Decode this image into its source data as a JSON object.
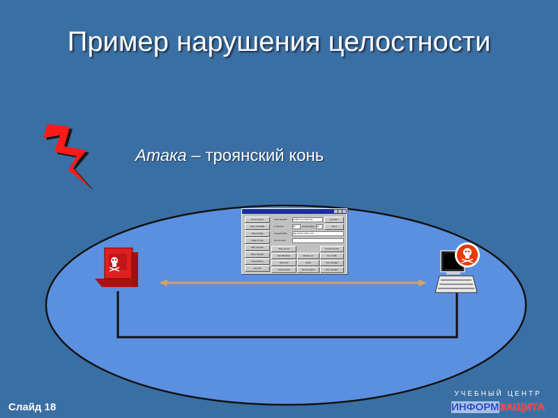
{
  "title": "Пример нарушения целостности",
  "subtitle": {
    "attack": "Атака",
    "rest": " – троянский конь"
  },
  "slide_number": "Слайд 18",
  "brand": {
    "top": "УЧЕБНЫЙ ЦЕНТР",
    "part1": "ИНФОРМ",
    "part2": "ЗАЩИТА"
  },
  "colors": {
    "background": "#3a6fa3",
    "ellipse": "#5b8fe0",
    "arrow": "#d8a060",
    "attacker": "#e02020"
  },
  "icons": {
    "lightning": "lightning-icon",
    "attacker": "skull-computer-icon",
    "victim": "infected-computer-icon"
  },
  "trojan_window": {
    "col1": [
      "Server admin",
      "Open CD-ROM",
      "Show image",
      "Swap mouse",
      "Start program",
      "Msg manager",
      "Screendump",
      "Get info"
    ],
    "row5": [
      "Play sound",
      "Control mouse"
    ],
    "row6": [
      "Exit Windows",
      "Mouse pos",
      "Go to URL"
    ],
    "row7": [
      "Send text",
      "Listen",
      "Key manager"
    ],
    "row8": [
      "Active sends",
      "Sound system",
      "File manager"
    ],
    "labels": [
      "Host name/IP:",
      "in interval:",
      "Cancel delay:",
      "Program/URL:",
      "Text to send:"
    ],
    "host_value": "localhost.localdomain",
    "url_value": "http://www.netbus.com",
    "buttons_right": [
      "Connect",
      "Abort"
    ],
    "interval_value": "60",
    "delay_value": "60"
  }
}
